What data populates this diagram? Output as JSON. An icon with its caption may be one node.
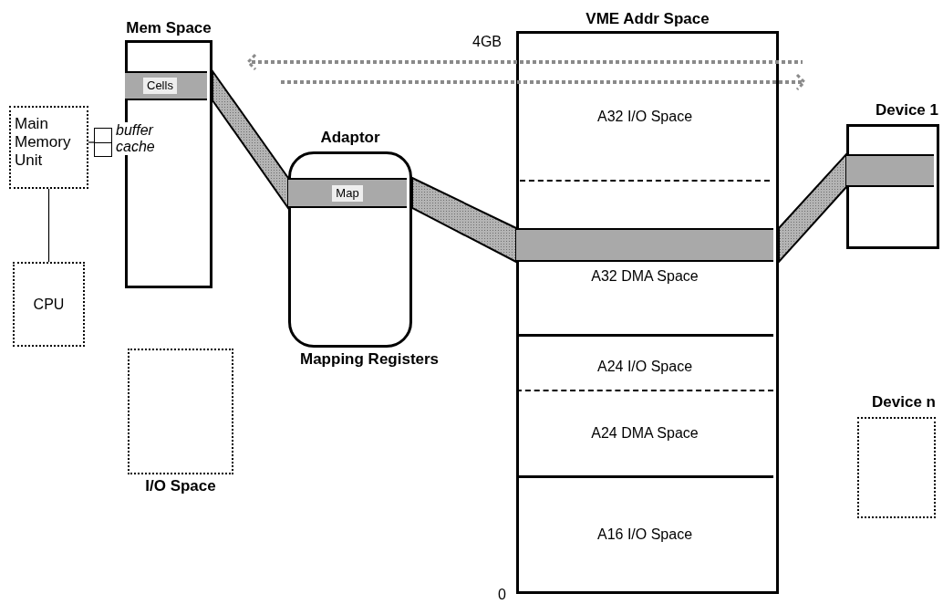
{
  "diagram": {
    "nodes": [
      {
        "text": [
          "Main Memory Unit"
        ]
      },
      {
        "text": [
          "CPU"
        ]
      },
      {
        "text": [],
        "shape": "box",
        "beside": [
          "buffer cache"
        ]
      },
      {
        "text": [
          "Mem Space"
        ]
      },
      {
        "text": [
          "Cells"
        ],
        "in": 3
      },
      {
        "text": [
          "I/O Space"
        ]
      },
      {
        "text": [
          "Adaptor",
          "Mapping Registers"
        ]
      },
      {
        "text": [
          "Map"
        ],
        "in": 6
      },
      {
        "text": [
          "VME Addr Space"
        ]
      },
      {
        "text": [
          "A32 I/O Space"
        ],
        "in": 8
      },
      {
        "text": [],
        "shape": "bar",
        "in": 8
      },
      {
        "text": [
          "A32 DMA Space"
        ],
        "in": 8
      },
      {
        "text": [
          "A24 I/O Space"
        ],
        "in": 8
      },
      {
        "text": [
          "A24 DMA Space"
        ],
        "in": 8
      },
      {
        "text": [
          "A16 I/O Space"
        ],
        "in": 8
      },
      {
        "text": [
          "Device 1"
        ]
      },
      {
        "text": [],
        "shape": "bar",
        "in": 15
      },
      {
        "text": [
          "Device n"
        ]
      }
    ],
    "edges": [
      {
        "from": 0,
        "to": 1,
        "arrow": "none"
      },
      {
        "from": 0,
        "to": 2,
        "arrow": "none"
      },
      {
        "from": 4,
        "to": 7,
        "arrow": "none",
        "style": "thick"
      },
      {
        "from": 7,
        "to": 10,
        "arrow": "none",
        "style": "thick"
      },
      {
        "from": 10,
        "to": 16,
        "arrow": "none",
        "style": "thick"
      }
    ],
    "labels": [
      "4GB",
      "0"
    ]
  }
}
